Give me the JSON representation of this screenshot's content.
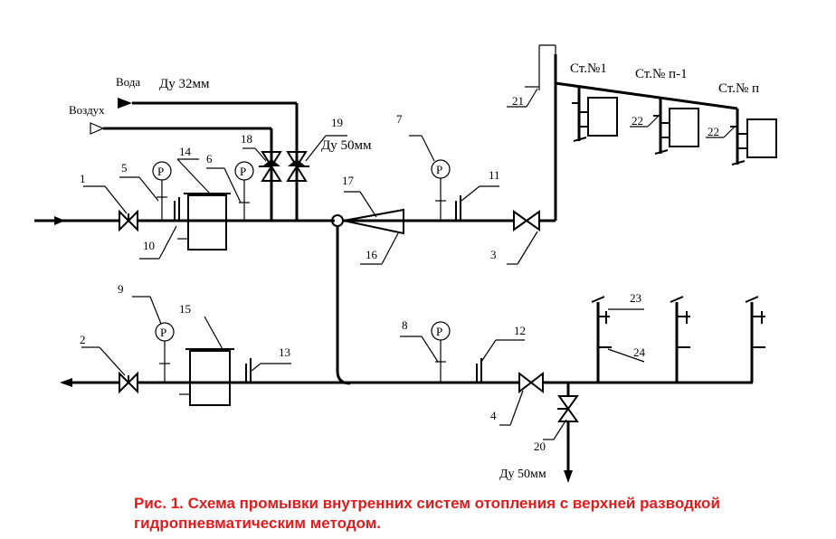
{
  "texts": {
    "voda": "Вода",
    "du32": "Ду 32мм",
    "vozduh": "Воздух",
    "du50_top": "Ду 50мм",
    "du50_bottom": "Ду 50мм",
    "st1": "Ст.№1",
    "st_n1": "Ст.№ п-1",
    "st_n": "Ст.№ п"
  },
  "gauge_letter": "P",
  "numbers": {
    "n1": "1",
    "n2": "2",
    "n3": "3",
    "n4": "4",
    "n5": "5",
    "n6": "6",
    "n7": "7",
    "n8": "8",
    "n9": "9",
    "n10": "10",
    "n11": "11",
    "n12": "12",
    "n13": "13",
    "n14": "14",
    "n15": "15",
    "n16": "16",
    "n17": "17",
    "n18": "18",
    "n19": "19",
    "n20": "20",
    "n21": "21",
    "n22a": "22",
    "n22b": "22",
    "n23": "23",
    "n24": "24"
  },
  "caption": "Рис. 1. Схема промывки внутренних систем отопления с верхней разводкой гидропневматическим методом.",
  "colors": {
    "caption": "#e01b1b",
    "line": "#000000"
  }
}
